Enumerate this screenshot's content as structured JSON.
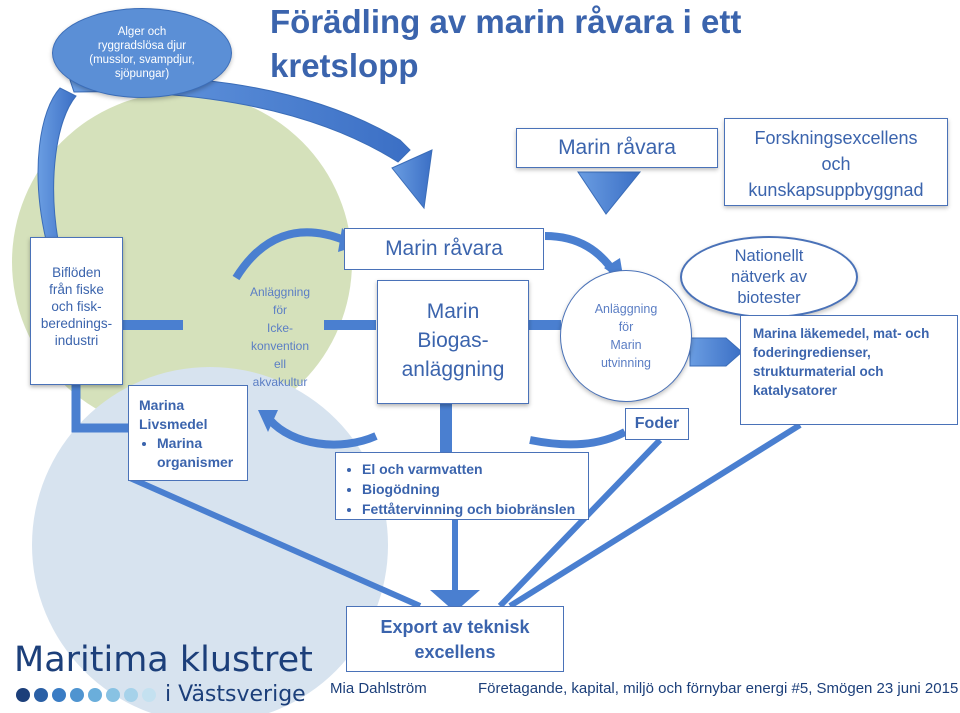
{
  "title": {
    "line1": "Förädling av marin råvara i ett",
    "line2": "kretslopp"
  },
  "bubble_top": {
    "line1": "Alger och",
    "line2": "ryggradslösa djur",
    "line3": "(musslor, svampdjur,",
    "line4": "sjöpungar)"
  },
  "marin_ravara_top": "Marin råvara",
  "forskning": {
    "line1": "Forskningsexcellens",
    "line2": "och",
    "line3": "kunskapsuppbyggnad"
  },
  "bifloden": {
    "line1": "Biflöden",
    "line2": "från fiske",
    "line3": "och fisk-",
    "line4": "berednings-",
    "line5": "industri"
  },
  "livsmedel": {
    "line1": "Marina",
    "line2": "Livsmedel",
    "bullet1": "Marina organismer"
  },
  "anlaggning_left": {
    "line1": "Anläggning",
    "line2": "för",
    "line3": "Icke-",
    "line4": "konvention",
    "line5": "ell",
    "line6": "akvakultur"
  },
  "marin_ravara_mid": "Marin råvara",
  "biogas": {
    "line1": "Marin",
    "line2": "Biogas-",
    "line3": "anläggning"
  },
  "utvinning": {
    "line1": "Anläggning",
    "line2": "för",
    "line3": "Marin",
    "line4": "utvinning"
  },
  "foder": "Foder",
  "el_varme": {
    "bullet1": "El och varmvatten",
    "bullet2": "Biogödning",
    "bullet3": "Fettåtervinning och biobränslen"
  },
  "natverk": {
    "line1": "Nationellt",
    "line2": "nätverk av",
    "line3": "biotester"
  },
  "lakemedel": {
    "line1": "Marina läkemedel, mat- och",
    "line2": "foderingredienser,",
    "line3": "strukturmaterial och",
    "line4": "katalysatorer"
  },
  "export": {
    "line1": "Export av teknisk",
    "line2": "excellens"
  },
  "logo": {
    "name": "Maritima klustret",
    "sub": "i Västsverige"
  },
  "footer": {
    "author": "Mia Dahlström",
    "event": "Företagande, kapital, miljö och förnybar energi #5, Smögen 23 juni 2015"
  },
  "colors": {
    "primary_blue": "#3b64ad",
    "bubble_blue": "#5b8fd6",
    "circle_green": "#d3dfb8",
    "circle_lightblue": "#d6e4f0",
    "arrow_blue": "#4a7fd0"
  }
}
